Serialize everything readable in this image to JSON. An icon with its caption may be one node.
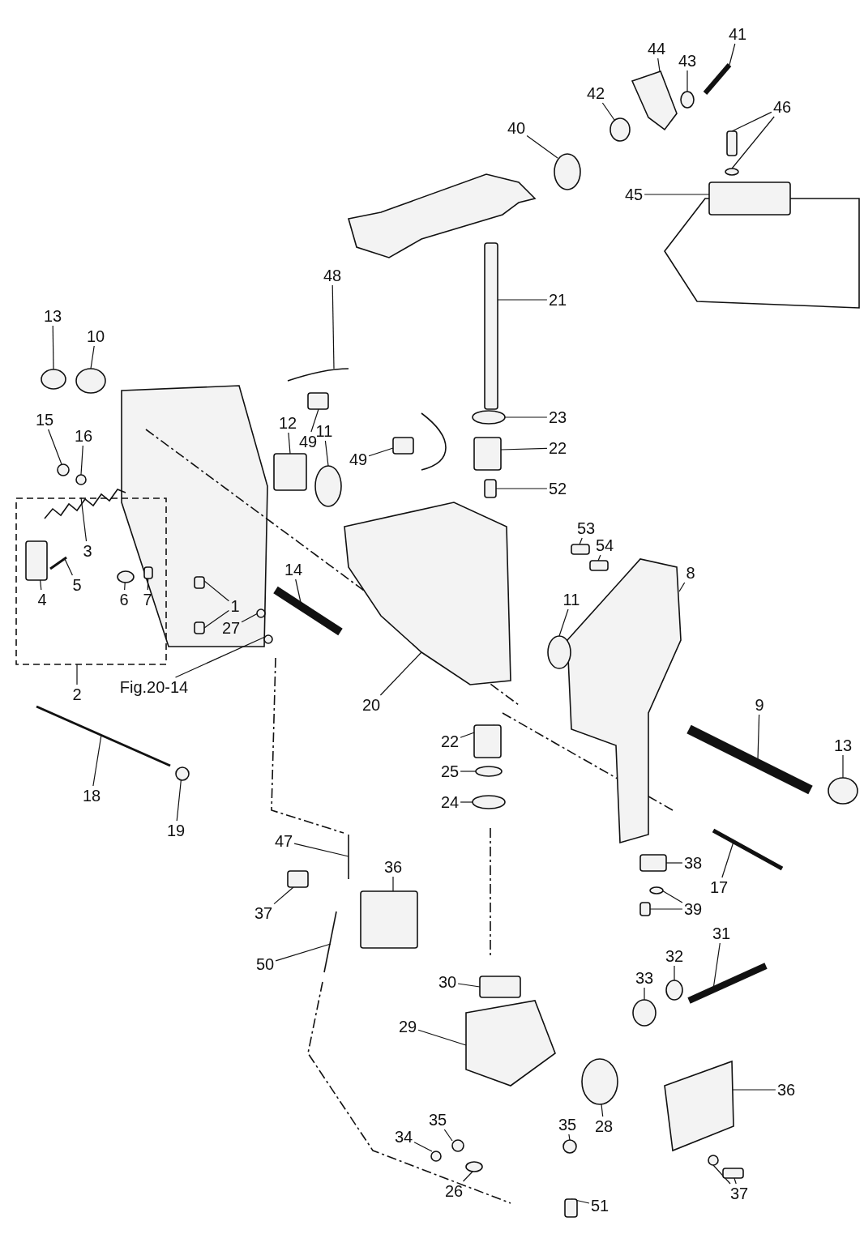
{
  "diagram": {
    "nodes": [
      {
        "text": [
          "44"
        ]
      },
      {
        "text": [
          "43"
        ]
      },
      {
        "text": [
          "41"
        ]
      },
      {
        "text": [
          "42"
        ]
      },
      {
        "text": [
          "46"
        ]
      },
      {
        "text": [
          "40"
        ]
      },
      {
        "text": [
          "45"
        ]
      },
      {
        "text": [
          "21"
        ]
      },
      {
        "text": [
          "48"
        ]
      },
      {
        "text": [
          "13"
        ]
      },
      {
        "text": [
          "10"
        ]
      },
      {
        "text": [
          "23"
        ]
      },
      {
        "text": [
          "15"
        ]
      },
      {
        "text": [
          "12"
        ]
      },
      {
        "text": [
          "11"
        ]
      },
      {
        "text": [
          "16"
        ]
      },
      {
        "text": [
          "49"
        ]
      },
      {
        "text": [
          "22"
        ]
      },
      {
        "text": [
          "49"
        ]
      },
      {
        "text": [
          "52"
        ]
      },
      {
        "text": [
          "53"
        ]
      },
      {
        "text": [
          "54"
        ]
      },
      {
        "text": [
          "3"
        ]
      },
      {
        "text": [
          "14"
        ]
      },
      {
        "text": [
          "8"
        ]
      },
      {
        "text": [
          "5"
        ]
      },
      {
        "text": [
          "11"
        ]
      },
      {
        "text": [
          "4"
        ]
      },
      {
        "text": [
          "1"
        ]
      },
      {
        "text": [
          "6"
        ]
      },
      {
        "text": [
          "7"
        ]
      },
      {
        "text": [
          "27"
        ]
      },
      {
        "text": [
          "2"
        ]
      },
      {
        "text": [
          "Fig.20-14"
        ]
      },
      {
        "text": [
          "20"
        ]
      },
      {
        "text": [
          "9"
        ]
      },
      {
        "text": [
          "22"
        ]
      },
      {
        "text": [
          "13"
        ]
      },
      {
        "text": [
          "25"
        ]
      },
      {
        "text": [
          "24"
        ]
      },
      {
        "text": [
          "18"
        ]
      },
      {
        "text": [
          "19"
        ]
      },
      {
        "text": [
          "47"
        ]
      },
      {
        "text": [
          "38"
        ]
      },
      {
        "text": [
          "36"
        ]
      },
      {
        "text": [
          "17"
        ]
      },
      {
        "text": [
          "37"
        ]
      },
      {
        "text": [
          "39"
        ]
      },
      {
        "text": [
          "31"
        ]
      },
      {
        "text": [
          "32"
        ]
      },
      {
        "text": [
          "50"
        ]
      },
      {
        "text": [
          "33"
        ]
      },
      {
        "text": [
          "30"
        ]
      },
      {
        "text": [
          "29"
        ]
      },
      {
        "text": [
          "36"
        ]
      },
      {
        "text": [
          "35"
        ]
      },
      {
        "text": [
          "28"
        ]
      },
      {
        "text": [
          "35"
        ]
      },
      {
        "text": [
          "34"
        ]
      },
      {
        "text": [
          "26"
        ]
      },
      {
        "text": [
          "37"
        ]
      },
      {
        "text": [
          "51"
        ]
      },
      {
        "text": [],
        "shape": "picture"
      },
      {
        "text": [],
        "shape": "circle"
      },
      {
        "text": [],
        "shape": "bar"
      },
      {
        "text": [],
        "shape": "circle"
      },
      {
        "text": [],
        "shape": "box"
      },
      {
        "text": [],
        "shape": "circle"
      },
      {
        "text": [],
        "shape": "circle"
      },
      {
        "text": [],
        "shape": "box"
      },
      {
        "text": [],
        "shape": "box"
      },
      {
        "text": [],
        "shape": "picture"
      },
      {
        "text": [],
        "shape": "circle"
      },
      {
        "text": [],
        "shape": "circle"
      },
      {
        "text": [],
        "shape": "circle"
      },
      {
        "text": [],
        "shape": "circle"
      },
      {
        "text": [],
        "shape": "box"
      },
      {
        "text": [],
        "shape": "circle"
      },
      {
        "text": [],
        "shape": "circle"
      },
      {
        "text": [],
        "shape": "box"
      },
      {
        "text": [],
        "shape": "box"
      },
      {
        "text": [],
        "shape": "box"
      },
      {
        "text": [],
        "shape": "box"
      },
      {
        "text": [],
        "shape": "box"
      },
      {
        "text": [],
        "shape": "box"
      },
      {
        "text": [],
        "shape": "picture"
      },
      {
        "text": [],
        "shape": "bar"
      },
      {
        "text": [],
        "shape": "picture"
      },
      {
        "text": [],
        "shape": "bar"
      },
      {
        "text": [],
        "shape": "circle"
      },
      {
        "text": [],
        "shape": "box"
      },
      {
        "text": [],
        "shape": "box"
      },
      {
        "text": [],
        "shape": "box"
      },
      {
        "text": [],
        "shape": "circle"
      },
      {
        "text": [],
        "shape": "box"
      },
      {
        "text": [],
        "shape": "circle"
      },
      {
        "text": [],
        "shape": "circle"
      },
      {
        "text": [],
        "shape": "picture"
      },
      {
        "text": [],
        "shape": "bar"
      },
      {
        "text": [],
        "shape": "box"
      },
      {
        "text": [],
        "shape": "circle"
      },
      {
        "text": [],
        "shape": "circle"
      },
      {
        "text": [],
        "shape": "circle"
      },
      {
        "text": [],
        "shape": "bar"
      },
      {
        "text": [],
        "shape": "circle"
      },
      {
        "text": [],
        "shape": "picture"
      },
      {
        "text": [],
        "shape": "box"
      },
      {
        "text": [],
        "shape": "box"
      },
      {
        "text": [],
        "shape": "bar"
      },
      {
        "text": [],
        "shape": "box"
      },
      {
        "text": [],
        "shape": "circle"
      },
      {
        "text": [],
        "shape": "box"
      },
      {
        "text": [],
        "shape": "bar"
      },
      {
        "text": [],
        "shape": "circle"
      },
      {
        "text": [],
        "shape": "picture"
      },
      {
        "text": [],
        "shape": "circle"
      },
      {
        "text": [],
        "shape": "box"
      },
      {
        "text": [],
        "shape": "picture"
      },
      {
        "text": [],
        "shape": "picture"
      },
      {
        "text": [],
        "shape": "circle"
      },
      {
        "text": [],
        "shape": "circle"
      },
      {
        "text": [],
        "shape": "circle"
      },
      {
        "text": [],
        "shape": "circle"
      },
      {
        "text": [],
        "shape": "circle"
      },
      {
        "text": [],
        "shape": "circle"
      },
      {
        "text": [],
        "shape": "box"
      },
      {
        "text": [],
        "shape": "box"
      }
    ],
    "edges": [
      {
        "from": 0,
        "to": 62,
        "arrow": "none"
      },
      {
        "from": 1,
        "to": 63,
        "arrow": "none"
      },
      {
        "from": 2,
        "to": 64,
        "arrow": "none"
      },
      {
        "from": 3,
        "to": 65,
        "arrow": "none"
      },
      {
        "from": 4,
        "to": 66,
        "arrow": "none"
      },
      {
        "from": 4,
        "to": 67,
        "arrow": "none"
      },
      {
        "from": 5,
        "to": 68,
        "arrow": "none"
      },
      {
        "from": 6,
        "to": 69,
        "arrow": "none"
      },
      {
        "from": 7,
        "to": 70,
        "arrow": "none"
      },
      {
        "from": 8,
        "to": 71,
        "arrow": "none"
      },
      {
        "from": 9,
        "to": 72,
        "arrow": "none"
      },
      {
        "from": 10,
        "to": 73,
        "arrow": "none"
      },
      {
        "from": 11,
        "to": 74,
        "arrow": "none"
      },
      {
        "from": 12,
        "to": 75,
        "arrow": "none"
      },
      {
        "from": 13,
        "to": 76,
        "arrow": "none"
      },
      {
        "from": 14,
        "to": 77,
        "arrow": "none"
      },
      {
        "from": 15,
        "to": 78,
        "arrow": "none"
      },
      {
        "from": 16,
        "to": 79,
        "arrow": "none"
      },
      {
        "from": 17,
        "to": 80,
        "arrow": "none"
      },
      {
        "from": 18,
        "to": 81,
        "arrow": "none"
      },
      {
        "from": 19,
        "to": 82,
        "arrow": "none"
      },
      {
        "from": 20,
        "to": 83,
        "arrow": "none"
      },
      {
        "from": 21,
        "to": 84,
        "arrow": "none"
      },
      {
        "from": 22,
        "to": 85,
        "arrow": "none"
      },
      {
        "from": 23,
        "to": 86,
        "arrow": "none"
      },
      {
        "from": 24,
        "to": 87,
        "arrow": "none"
      },
      {
        "from": 25,
        "to": 88,
        "arrow": "none"
      },
      {
        "from": 26,
        "to": 89,
        "arrow": "none"
      },
      {
        "from": 27,
        "to": 90,
        "arrow": "none"
      },
      {
        "from": 28,
        "to": 91,
        "arrow": "none"
      },
      {
        "from": 28,
        "to": 92,
        "arrow": "none"
      },
      {
        "from": 29,
        "to": 93,
        "arrow": "none"
      },
      {
        "from": 30,
        "to": 94,
        "arrow": "none"
      },
      {
        "from": 31,
        "to": 95,
        "arrow": "none"
      },
      {
        "from": 32,
        "to": null,
        "arrow": "none"
      },
      {
        "from": 33,
        "to": 96,
        "arrow": "none"
      },
      {
        "from": 34,
        "to": 97,
        "arrow": "none"
      },
      {
        "from": 35,
        "to": 98,
        "arrow": "none"
      },
      {
        "from": 36,
        "to": 99,
        "arrow": "none"
      },
      {
        "from": 37,
        "to": 100,
        "arrow": "none"
      },
      {
        "from": 38,
        "to": 101,
        "arrow": "none"
      },
      {
        "from": 39,
        "to": 102,
        "arrow": "none"
      },
      {
        "from": 40,
        "to": 103,
        "arrow": "none"
      },
      {
        "from": 41,
        "to": 104,
        "arrow": "none"
      },
      {
        "from": 42,
        "to": 105,
        "arrow": "none"
      },
      {
        "from": 43,
        "to": 106,
        "arrow": "none"
      },
      {
        "from": 44,
        "to": 107,
        "arrow": "none"
      },
      {
        "from": 45,
        "to": 108,
        "arrow": "none"
      },
      {
        "from": 46,
        "to": 109,
        "arrow": "none"
      },
      {
        "from": 47,
        "to": 110,
        "arrow": "none"
      },
      {
        "from": 47,
        "to": 111,
        "arrow": "none"
      },
      {
        "from": 48,
        "to": 112,
        "arrow": "none"
      },
      {
        "from": 49,
        "to": 113,
        "arrow": "none"
      },
      {
        "from": 50,
        "to": 114,
        "arrow": "none"
      },
      {
        "from": 51,
        "to": 115,
        "arrow": "none"
      },
      {
        "from": 52,
        "to": 116,
        "arrow": "none"
      },
      {
        "from": 53,
        "to": 117,
        "arrow": "none"
      },
      {
        "from": 54,
        "to": 118,
        "arrow": "none"
      },
      {
        "from": 55,
        "to": 119,
        "arrow": "none"
      },
      {
        "from": 56,
        "to": 120,
        "arrow": "none"
      },
      {
        "from": 57,
        "to": 121,
        "arrow": "none"
      },
      {
        "from": 58,
        "to": 122,
        "arrow": "none"
      },
      {
        "from": 59,
        "to": 123,
        "arrow": "none"
      },
      {
        "from": 60,
        "to": 124,
        "arrow": "none"
      },
      {
        "from": 60,
        "to": 125,
        "arrow": "none"
      },
      {
        "from": 61,
        "to": 126,
        "arrow": "none"
      }
    ]
  }
}
